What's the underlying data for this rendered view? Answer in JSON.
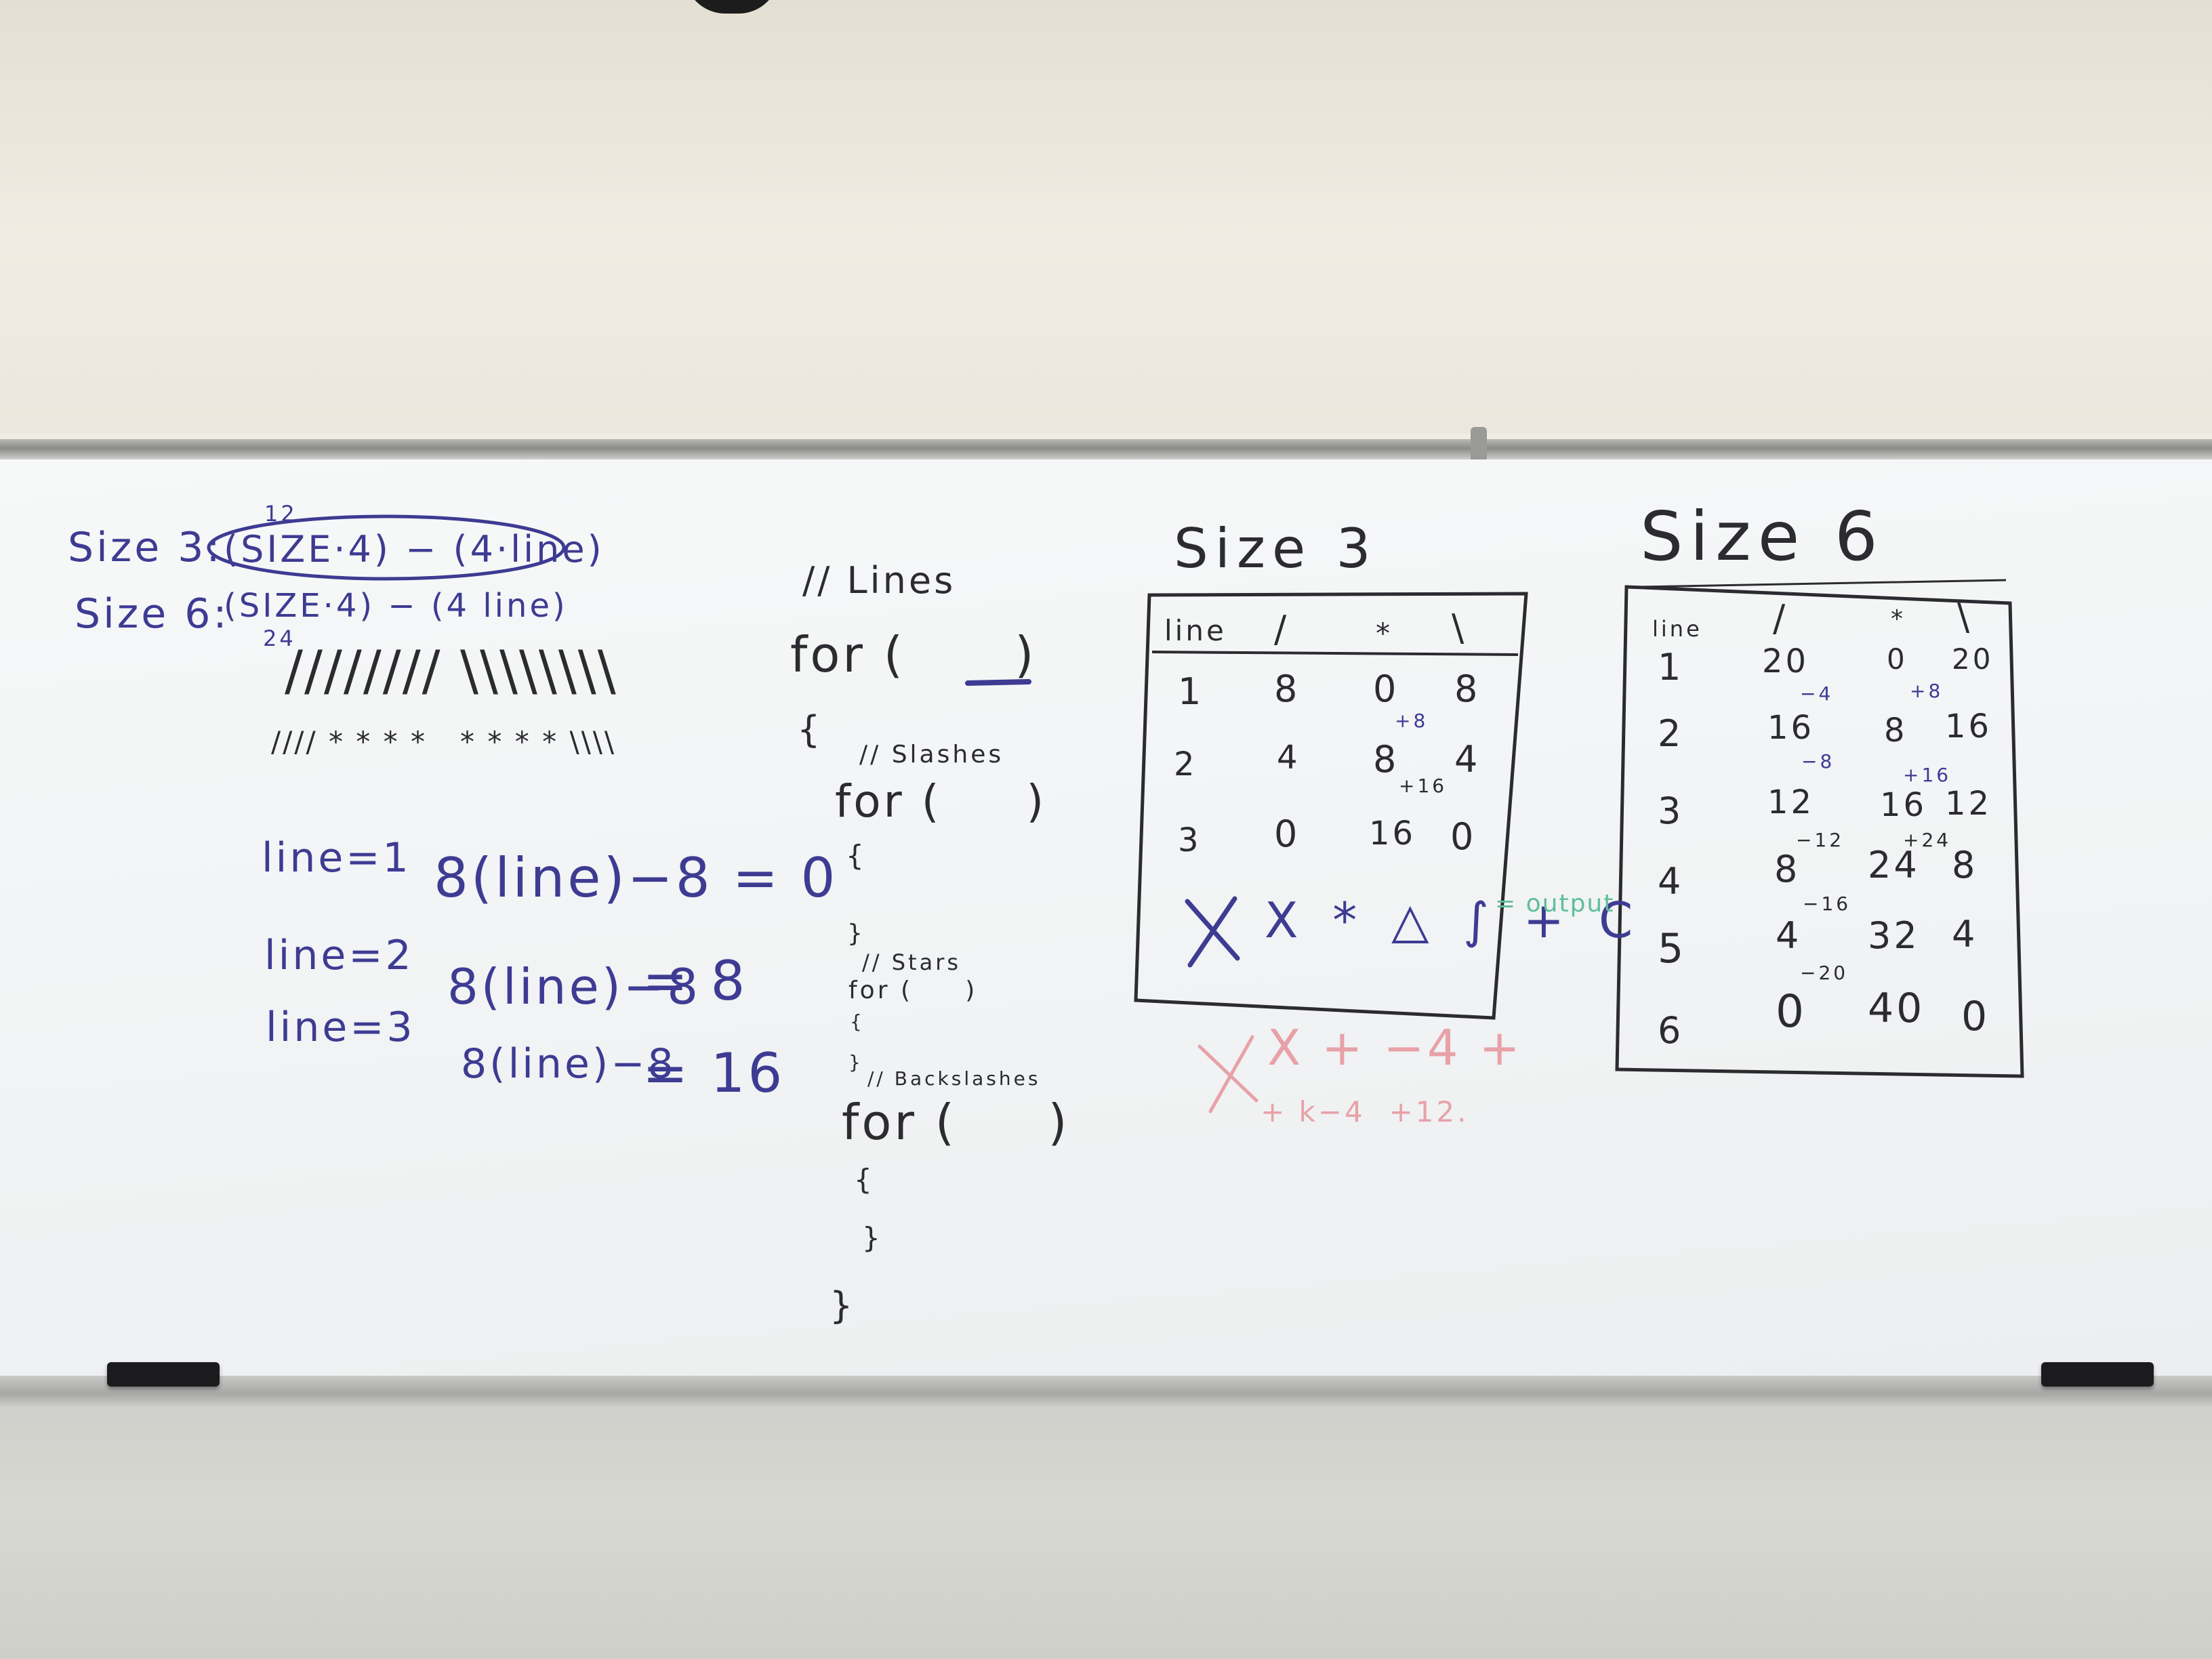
{
  "left_notes": {
    "size3_label": "Size 3:",
    "size3_expr": "(SIZE·4) − (4·line)",
    "size3_note": "12",
    "size6_label": "Size 6:",
    "size6_expr": "(SIZE·4) − (4 line)",
    "size6_note": "24",
    "slash_row": "//////// \\\\\\\\\\\\\\\\",
    "star_row": "//// * * * *   * * * * \\\\\\\\",
    "eq1_label": "line=1",
    "eq1_expr": "8(line)−8 = 0",
    "eq2_label": "line=2",
    "eq2_expr": "8(line)−8",
    "eq2_result": "= 8",
    "eq3_label": "line=3",
    "eq3_expr": "8(line)−8",
    "eq3_result": "= 16"
  },
  "code": {
    "lines_comment": "// Lines",
    "for_lines": "for (      )",
    "open_brace": "{",
    "slashes_comment": "// Slashes",
    "for_slashes": "for (     )",
    "inner_open_1": "{",
    "inner_close_1": "}",
    "stars_comment": "// Stars",
    "for_stars": "for (     )",
    "inner_open_2": "{",
    "inner_close_2": "}",
    "backslashes_comment": "// Backslashes",
    "for_backslashes": "for (     )",
    "inner_open_3": "{",
    "inner_close_3": "}",
    "close_brace": "}"
  },
  "size3_table": {
    "title": "Size 3",
    "headers": [
      "line",
      "/",
      "*",
      "\\"
    ],
    "rows": [
      [
        "1",
        "8",
        "0",
        "8"
      ],
      [
        "2",
        "4",
        "8",
        "4"
      ],
      [
        "3",
        "0",
        "16",
        "0"
      ]
    ],
    "annotations": [
      "+8",
      "+16"
    ],
    "legend": "X * △ ∫ + C",
    "legend_output": "= output",
    "red_line1": "X + −4 +",
    "red_line2": "+ k−4  +12."
  },
  "size6_table": {
    "title": "Size 6",
    "headers": [
      "line",
      "/",
      "*",
      "\\"
    ],
    "rows": [
      [
        "1",
        "20",
        "0",
        "20"
      ],
      [
        "2",
        "16",
        "8",
        "16"
      ],
      [
        "3",
        "12",
        "16",
        "12"
      ],
      [
        "4",
        "8",
        "24",
        "8"
      ],
      [
        "5",
        "4",
        "32",
        "4"
      ],
      [
        "6",
        "0",
        "40",
        "0"
      ]
    ],
    "deltas_slash": [
      "−4",
      "−8",
      "−12",
      "−16",
      "−20"
    ],
    "deltas_star": [
      "+8",
      "+16",
      "+24"
    ]
  },
  "colors": {
    "blue_marker": "#3e3b93",
    "black_marker": "#2b2b30",
    "red_marker": "#e7a1a7",
    "green_marker": "#5fbf98",
    "board": "#f2f4f5",
    "wall": "#ece8df",
    "eraser": "#1b1b1d"
  }
}
